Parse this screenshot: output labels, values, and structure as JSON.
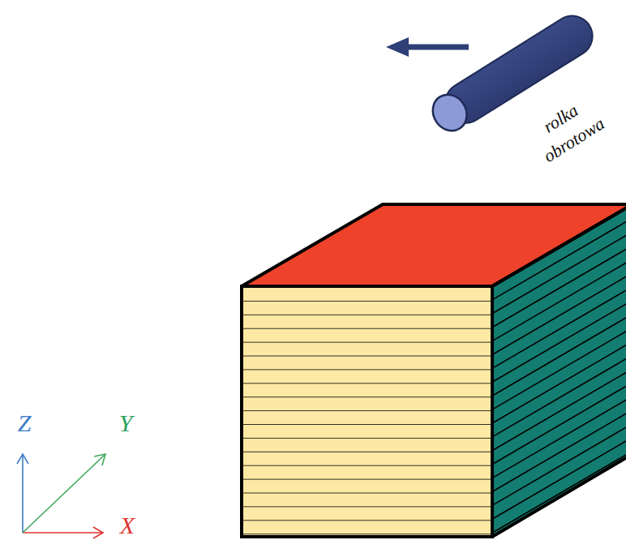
{
  "diagram": {
    "labels": [
      "rolka obrotowa",
      "Z",
      "Y",
      "X"
    ]
  }
}
